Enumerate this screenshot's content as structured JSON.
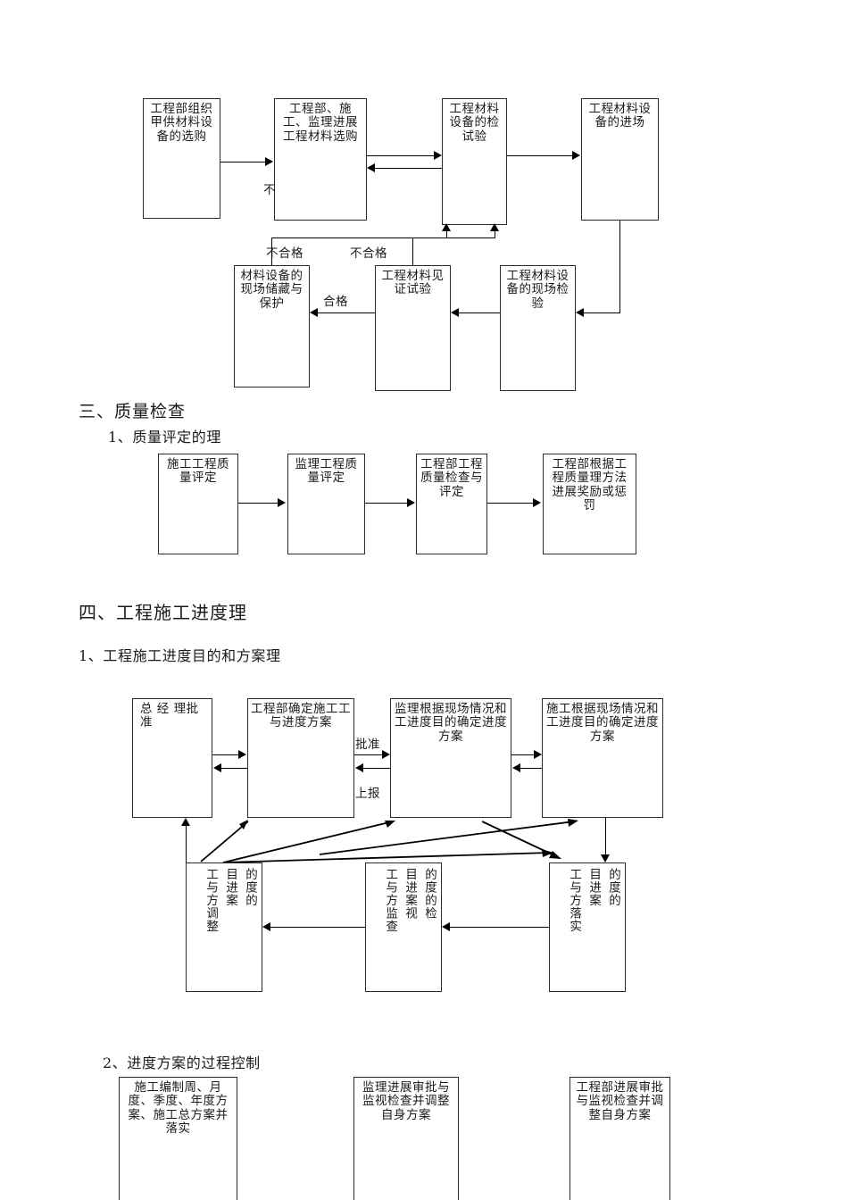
{
  "document": {
    "sections": [
      {
        "id": "sec3",
        "heading": "三、质量检查"
      },
      {
        "id": "sec3_1",
        "heading": "1、质量评定的理"
      },
      {
        "id": "sec4",
        "heading": "四、工程施工进度理"
      },
      {
        "id": "sec4_1",
        "heading": "1、工程施工进度目的和方案理"
      },
      {
        "id": "sec4_2",
        "heading": "2、进度方案的过程控制"
      }
    ]
  },
  "flowchart_materials": {
    "row1": [
      {
        "id": "m1",
        "text": "工程部组织甲供材料设备的选购"
      },
      {
        "id": "m2",
        "text": "工程部、施工、监理进展工程材料选购"
      },
      {
        "id": "m3",
        "text": "工程材料设备的检试验"
      },
      {
        "id": "m4",
        "text": "工程材料设备的进场"
      }
    ],
    "row2": [
      {
        "id": "m5",
        "text": "材料设备的现场储藏与保护"
      },
      {
        "id": "m6",
        "text": "工程材料见证试验"
      },
      {
        "id": "m7",
        "text": "工程材料设备的现场检验"
      }
    ],
    "labels": {
      "fail_left_partial": "不",
      "fail_1": "不合格",
      "fail_2": "不合格",
      "pass": "合格"
    }
  },
  "flowchart_quality": {
    "boxes": [
      {
        "id": "q1",
        "text": "施工工程质量评定"
      },
      {
        "id": "q2",
        "text": "监理工程质量评定"
      },
      {
        "id": "q3",
        "text": "工程部工程质量检查与评定"
      },
      {
        "id": "q4",
        "text": "工程部根据工程质量理方法进展奖励或惩罚"
      }
    ]
  },
  "flowchart_schedule": {
    "top_row": [
      {
        "id": "s1",
        "text": "总 经 理批准"
      },
      {
        "id": "s2",
        "text": "工程部确定施工工与进度方案"
      },
      {
        "id": "s3",
        "text": "监理根据现场情况和工进度目的确定进度方案"
      },
      {
        "id": "s4",
        "text": "施工根据现场情况和工进度目的确定进度方案"
      }
    ],
    "labels": {
      "approve": "批准",
      "report": "上报"
    },
    "bottom_row": [
      {
        "id": "s5",
        "columns": [
          "的度的",
          "目进案",
          "工与方调整"
        ]
      },
      {
        "id": "s6",
        "columns": [
          "的度的检",
          "目进案视",
          "工与方监查"
        ]
      },
      {
        "id": "s7",
        "columns": [
          "的度的",
          "目进案",
          "工与方落实"
        ]
      }
    ]
  },
  "flowchart_process_control": {
    "boxes": [
      {
        "id": "p1",
        "text": "施工编制周、月度、季度、年度方案、施工总方案并落实"
      },
      {
        "id": "p2",
        "text": "监理进展审批与监视检查并调整自身方案"
      },
      {
        "id": "p3",
        "text": "工程部进展审批与监视检查并调整自身方案"
      }
    ]
  },
  "colors": {
    "ink": "#1b1b1b",
    "stroke": "#2b2b2b",
    "page": "#ffffff"
  }
}
